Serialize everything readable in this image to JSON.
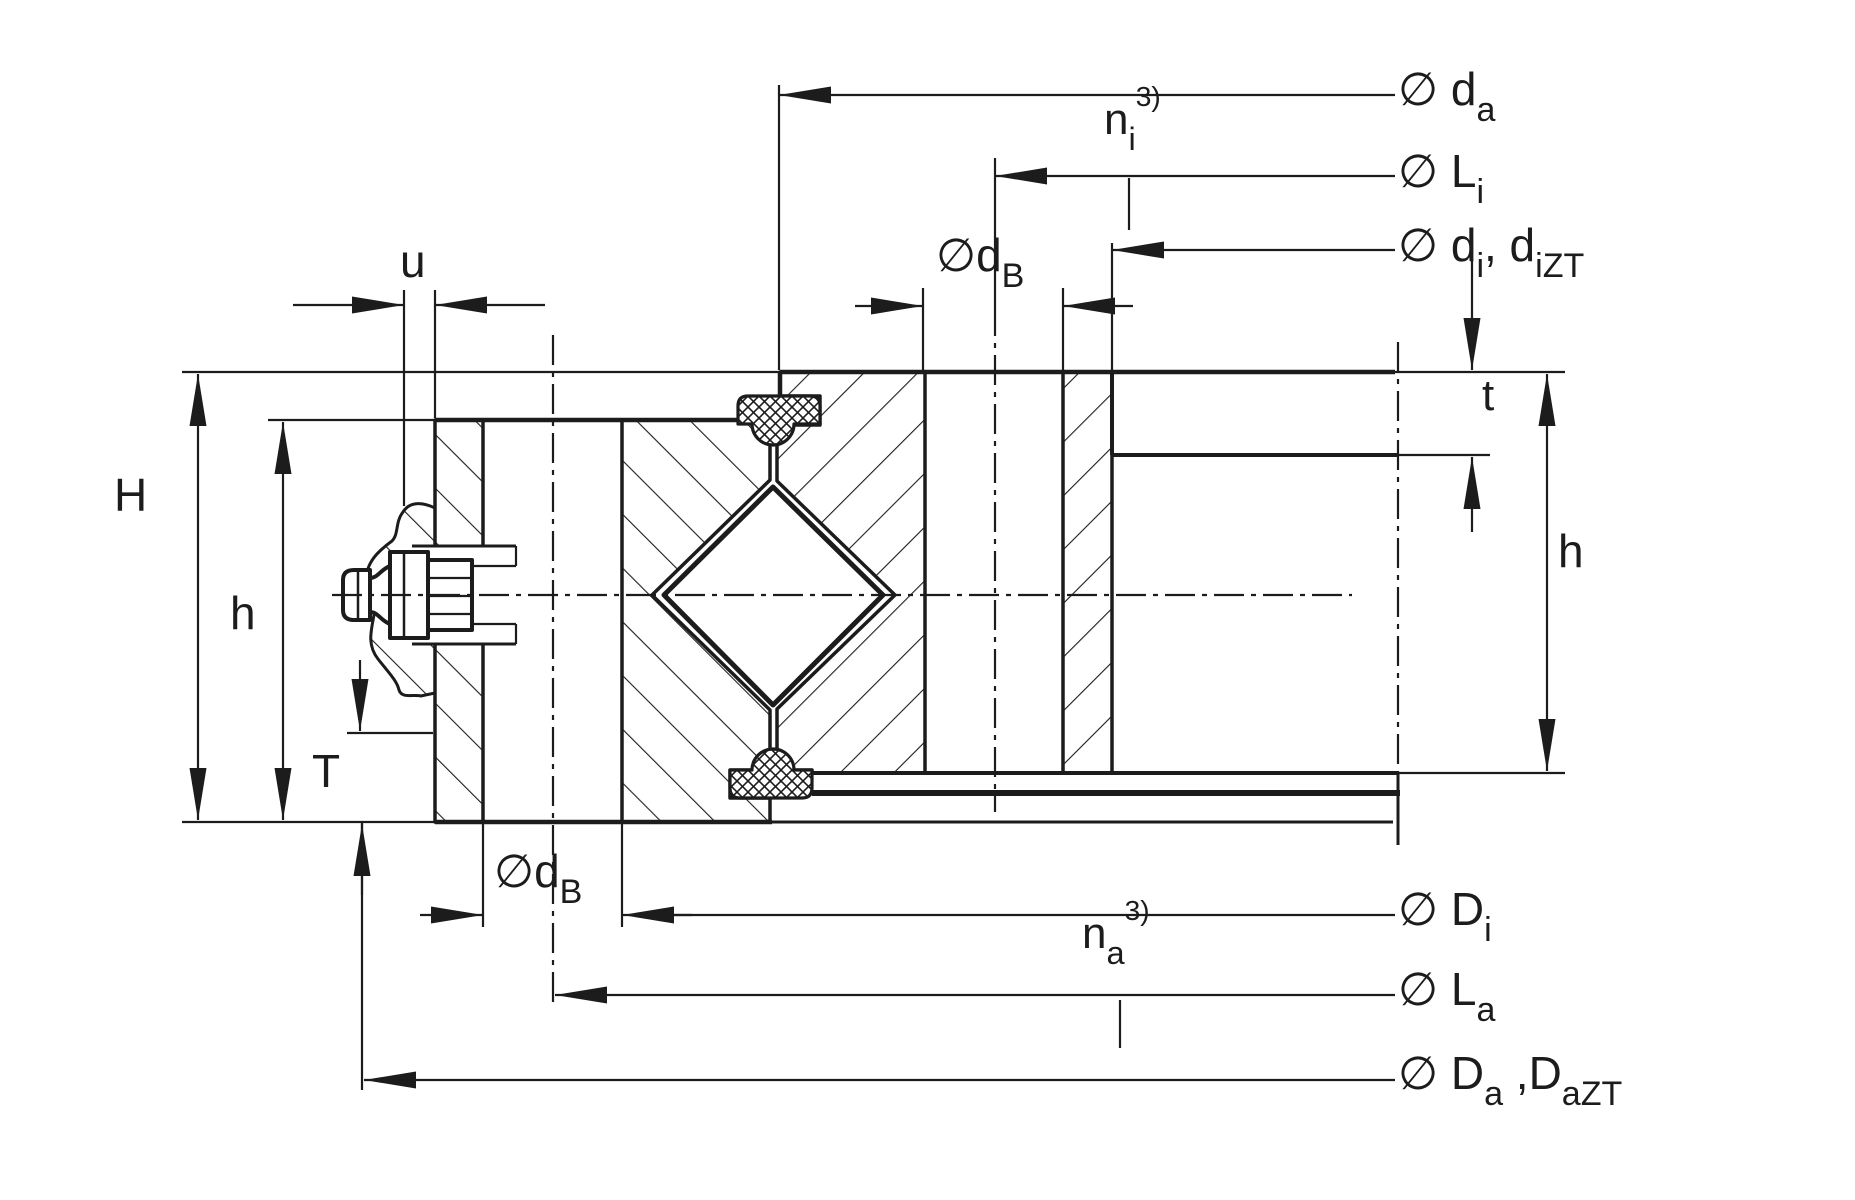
{
  "drawing": {
    "description": "Cross-section dimension drawing of a crossed-roller slewing bearing with inner and outer ring, seals and grease nipple",
    "colors": {
      "line": "#1c1c1c",
      "background": "#ffffff"
    },
    "labels": {
      "da": {
        "pre": "∅ d",
        "sub": "a"
      },
      "li": {
        "pre": "∅ L",
        "sub": "i"
      },
      "di": {
        "pre": "∅ d",
        "sub": "i",
        "mid": ", d",
        "sub2": "iZT"
      },
      "ni": {
        "pre": "n",
        "sub": "i",
        "sup": "3)"
      },
      "db_top": {
        "pre": "∅d",
        "sub": "B"
      },
      "db_bottom": {
        "pre": "∅d",
        "sub": "B"
      },
      "u": "u",
      "H": "H",
      "h_left": "h",
      "T": "T",
      "t": "t",
      "h_right": "h",
      "Di": {
        "pre": "∅ D",
        "sub": "i"
      },
      "na": {
        "pre": "n",
        "sub": "a",
        "sup": "3)"
      },
      "La": {
        "pre": "∅ L",
        "sub": "a"
      },
      "Da": {
        "pre": "∅ D",
        "sub": "a",
        "mid": " ,D",
        "sub2": "aZT"
      }
    }
  }
}
